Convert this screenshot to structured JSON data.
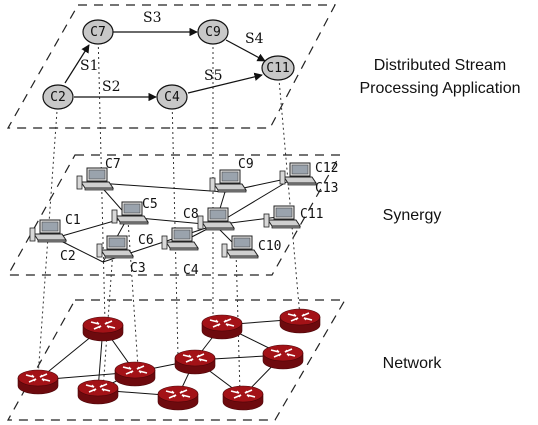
{
  "layers": {
    "application": {
      "label_lines": [
        "Distributed Stream",
        "Processing Application"
      ],
      "nodes": [
        "C7",
        "C9",
        "C11",
        "C2",
        "C4"
      ],
      "edges": [
        {
          "from": "C2",
          "to": "C7",
          "label": "S1"
        },
        {
          "from": "C7",
          "to": "C9",
          "label": "S3"
        },
        {
          "from": "C9",
          "to": "C11",
          "label": "S4"
        },
        {
          "from": "C2",
          "to": "C4",
          "label": "S2"
        },
        {
          "from": "C4",
          "to": "C11",
          "label": "S5"
        }
      ]
    },
    "overlay": {
      "label_lines": [
        "Synergy"
      ],
      "computers": [
        "C7",
        "C9",
        "C12",
        "C13",
        "C1",
        "C5",
        "C8",
        "C11",
        "C6",
        "C2",
        "C3",
        "C4",
        "C10"
      ]
    },
    "network": {
      "label_lines": [
        "Network"
      ]
    }
  },
  "colors": {
    "app_node_fill": "#c8c8c8",
    "router_red": "#a31217",
    "router_dark": "#6e0a0e",
    "stroke": "#111111"
  },
  "icons": {
    "computer": "desktop-computer-icon",
    "router": "router-icon"
  }
}
